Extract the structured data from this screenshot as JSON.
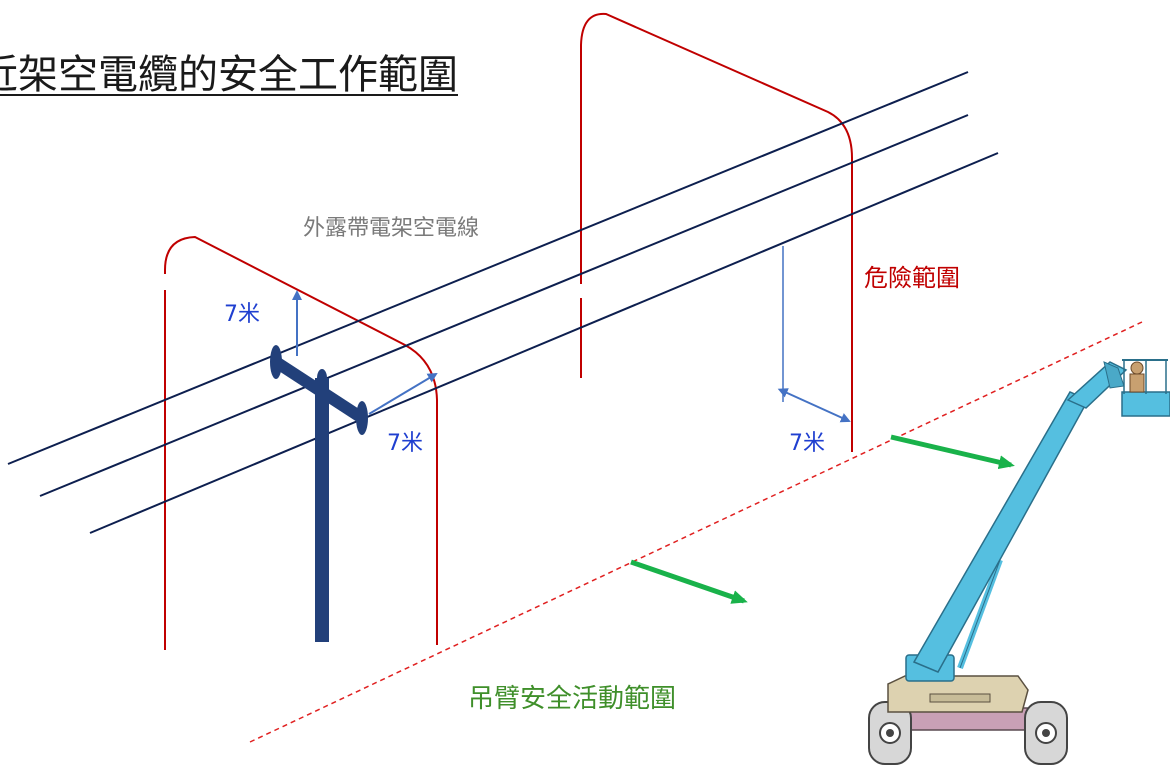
{
  "title": "近架空電纜的安全工作範圍",
  "labels": {
    "exposed_wire": "外露帶電架空電線",
    "danger_zone": "危險範圍",
    "safe_zone": "吊臂安全活動範圍",
    "distance_1": "7米",
    "distance_2": "7米",
    "distance_3": "7米"
  },
  "colors": {
    "danger_boundary": "#c00000",
    "cable": "#0d1f4f",
    "pole": "#22407a",
    "measure_arrow": "#4472c4",
    "safe_boundary": "#e02020",
    "safe_arrow": "#19b24a",
    "lift_boom": "#55bfe0",
    "lift_body": "#ddd2b0",
    "lift_chassis": "#c9a0b6"
  },
  "icons": {
    "lift": "boom-lift-icon"
  }
}
